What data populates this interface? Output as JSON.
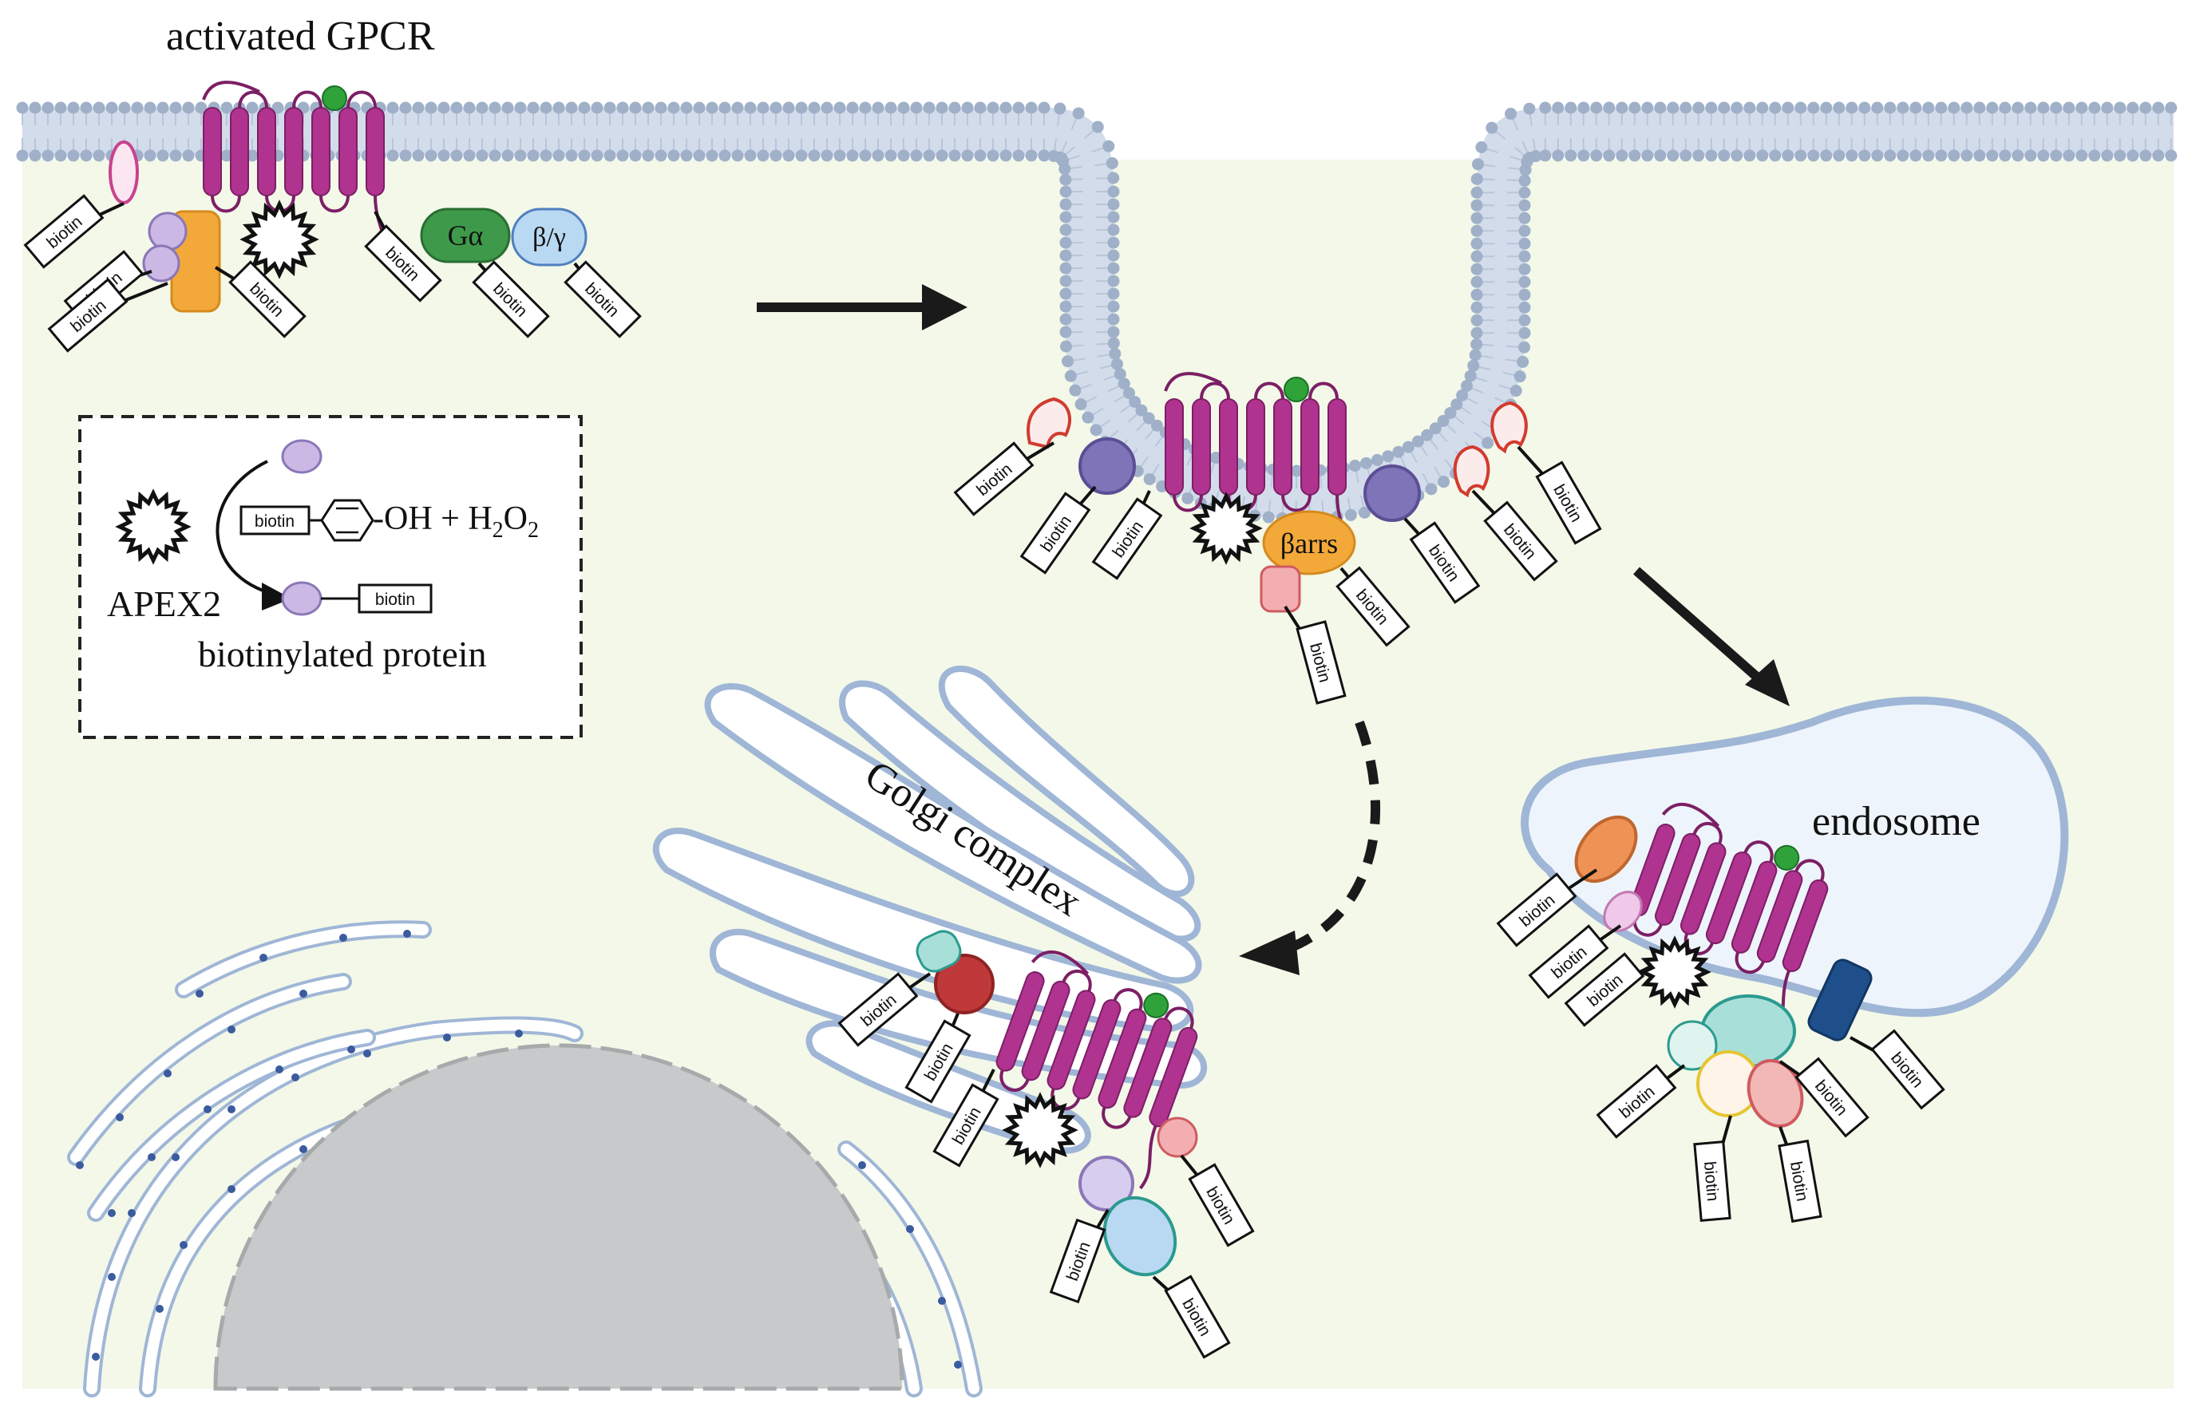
{
  "labels": {
    "activated_gpcr": "activated GPCR",
    "g_alpha": "Gα",
    "g_beta_gamma": "β/γ",
    "beta_arrestins": "βarrs",
    "endosome": "endosome",
    "golgi": "Golgi complex",
    "apex2": "APEX2",
    "biotinylated_protein": "biotinylated protein",
    "reaction_oh": "-OH + H",
    "reaction_sub2": "2",
    "reaction_o": "O",
    "reaction_sub2b": "2",
    "biotin_tag": "biotin"
  },
  "colors": {
    "cytoplasm": "#f3f8e8",
    "membrane_head": "#9fb0c8",
    "membrane_tail": "#d3dcea",
    "gpcr": "#b0338f",
    "gpcr_dark": "#7c1f65",
    "ligand": "#2fa33a",
    "g_alpha": "#3e9a4a",
    "g_beta_gamma": "#b9d8f2",
    "beta_arrestin": "#f3a93a",
    "lavender": "#cbb8e4",
    "purple_protein": "#7f74b8",
    "red_chevron": "#d23b2f",
    "endosome_fill": "#eef4fb",
    "golgi_stroke": "#9fb6d6",
    "er_dot": "#3b5b9e",
    "nucleus": "#c7c9ca",
    "arrow": "#1a1a1a"
  },
  "icons": [
    "apex2-enzyme-icon",
    "biotin-tag-icon",
    "phenol-ring-icon"
  ]
}
